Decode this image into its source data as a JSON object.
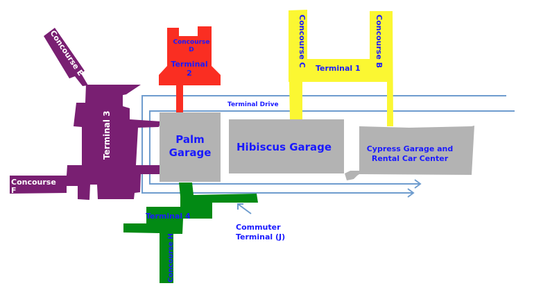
{
  "colors": {
    "terminal1": "#fbf732",
    "terminal2": "#fa2e22",
    "terminal3": "#791f72",
    "terminal4": "#028a14",
    "garage": "#b3b3b3",
    "road": "#6e9cce",
    "label_blue": "#1a1aff"
  },
  "labels": {
    "concourse_e": "Concourse E",
    "concourse_f": [
      "Concourse",
      "F"
    ],
    "terminal3": "Terminal 3",
    "concourse_d": [
      "Concourse",
      "D"
    ],
    "terminal2": [
      "Terminal",
      "2"
    ],
    "concourse_c": "Concourse C",
    "concourse_b": "Concourse B",
    "terminal1": "Terminal 1",
    "terminal_drive": "Terminal Drive",
    "palm_garage": [
      "Palm",
      "Garage"
    ],
    "hibiscus_garage": "Hibiscus Garage",
    "cypress_garage": [
      "Cypress Garage and",
      "Rental Car Center"
    ],
    "terminal4": "Terminal 4",
    "concourse_h": "Concourse H",
    "commuter_terminal": [
      "Commuter",
      "Terminal (J)"
    ]
  }
}
